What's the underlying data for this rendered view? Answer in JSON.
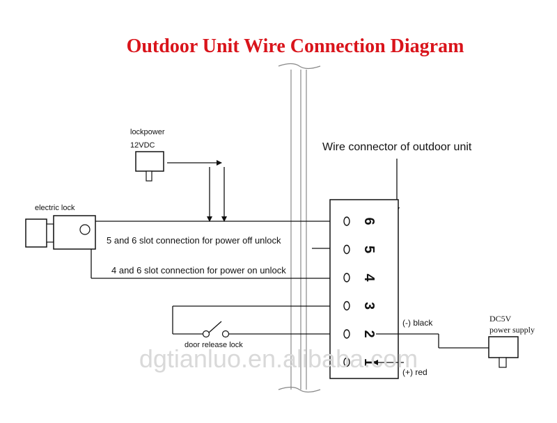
{
  "title": "Outdoor Unit Wire Connection Diagram",
  "labels": {
    "lockpower": "lockpower",
    "lockpower_voltage": "12VDC",
    "electric_lock": "electric lock",
    "connector": "Wire connector of outdoor unit",
    "slot_56": "5 and 6 slot connection for power off unlock",
    "slot_46": "4 and 6 slot connection for power on unlock",
    "door_release": "door release lock",
    "black": "(-) black",
    "red": "(+) red",
    "dc5v": "DC5V",
    "power_supply": "power supply"
  },
  "terminals": [
    "6",
    "5",
    "4",
    "3",
    "2",
    "1"
  ],
  "watermark": "dgtianluo.en.alibaba.com",
  "colors": {
    "title": "#d9141b",
    "line": "#111111",
    "watermark": "#d9d9d9"
  }
}
